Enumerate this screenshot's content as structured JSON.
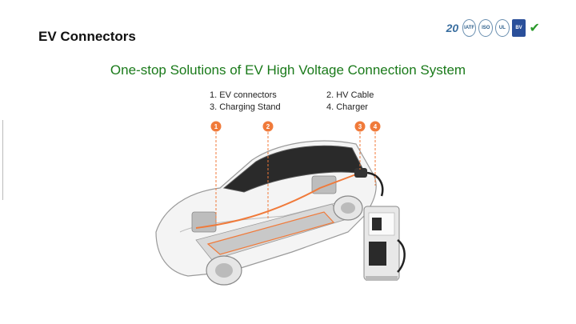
{
  "title": "EV Connectors",
  "subtitle": "One-stop Solutions of EV High Voltage Connection System",
  "legend": {
    "item1": "1. EV connectors",
    "item2": "2. HV Cable",
    "item3": "3. Charging Stand",
    "item4": "4. Charger"
  },
  "markers": [
    "1",
    "2",
    "3",
    "4"
  ],
  "badges": {
    "years": "20",
    "iatf": "IATF",
    "iso": "ISO",
    "cert": "UL",
    "sq": "BV",
    "rohs": "✔"
  },
  "colors": {
    "title": "#111111",
    "subtitle": "#1a7a1a",
    "marker": "#f07a3a",
    "leader": "#f07a3a"
  }
}
